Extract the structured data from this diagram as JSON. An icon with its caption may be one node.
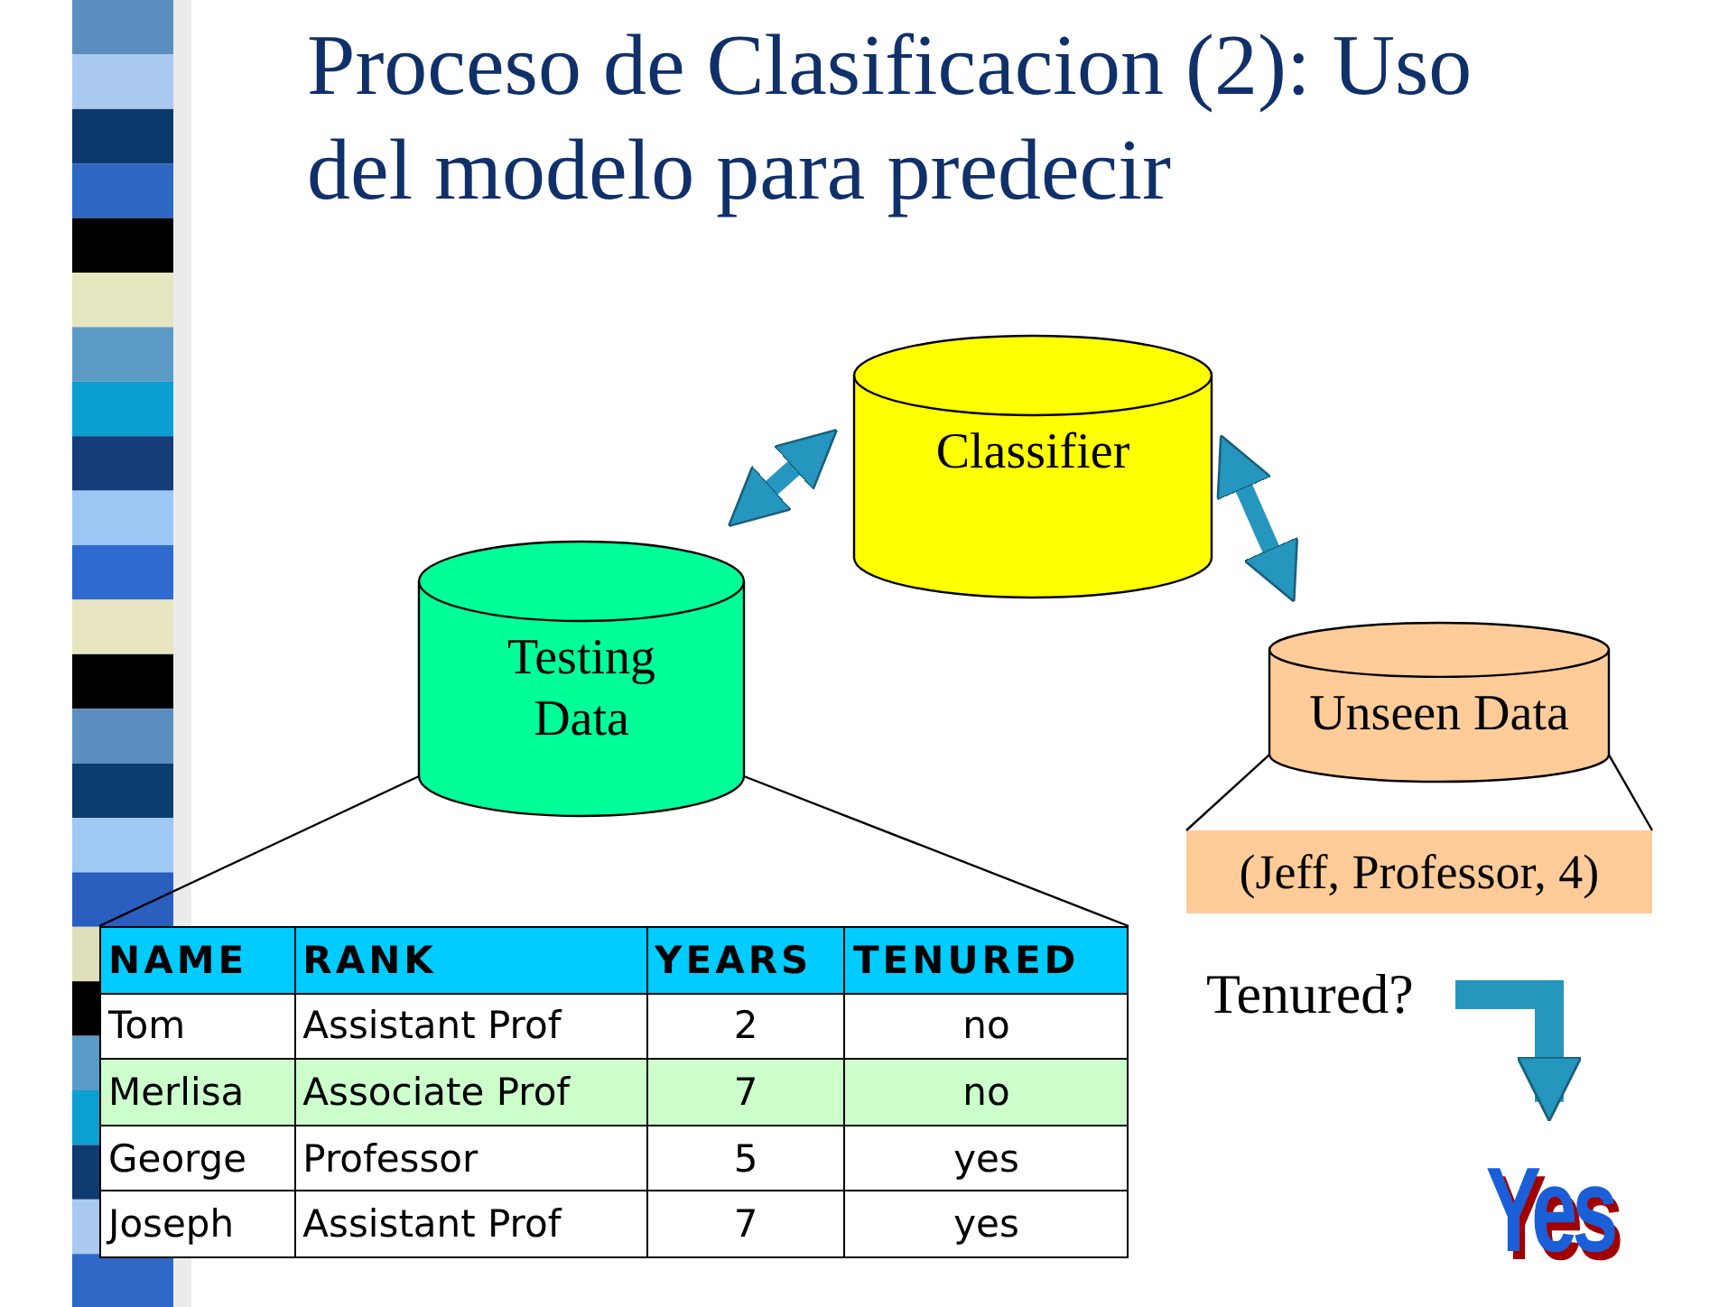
{
  "diagram": {
    "title": "Proceso de Clasificacion (2): Uso del modelo para predecir",
    "nodes": [
      {
        "text": [
          "Classifier"
        ]
      },
      {
        "text": [
          "Testing Data"
        ]
      },
      {
        "text": [
          "Unseen Data"
        ]
      },
      {
        "text": [],
        "shape": "box"
      },
      {
        "text": [
          "(Jeff, Professor, 4)"
        ]
      },
      {
        "text": [
          "Tenured?"
        ]
      },
      {
        "text": [
          "Yes"
        ]
      }
    ],
    "edges": [
      {
        "from": 0,
        "to": 1,
        "arrow": "both",
        "style": "thick",
        "color": "#2596be"
      },
      {
        "from": 0,
        "to": 2,
        "arrow": "both",
        "style": "thick",
        "color": "#2596be"
      },
      {
        "from": 1,
        "to": 3,
        "arrow": "none"
      },
      {
        "from": 1,
        "to": 3,
        "arrow": "none"
      },
      {
        "from": 2,
        "to": 4,
        "arrow": "none"
      },
      {
        "from": 2,
        "to": 4,
        "arrow": "none"
      },
      {
        "from": 5,
        "to": 6,
        "arrow": "to",
        "style": "thick",
        "color": "#2596be"
      }
    ],
    "labels": [
      "NAME",
      "RANK",
      "YEARS",
      "TENURED",
      "Tom",
      "Assistant Prof",
      "2",
      "no",
      "Merlisa",
      "Associate Prof",
      "7",
      "no",
      "George",
      "Professor",
      "5",
      "yes",
      "Joseph",
      "Assistant Prof",
      "7",
      "yes"
    ]
  }
}
